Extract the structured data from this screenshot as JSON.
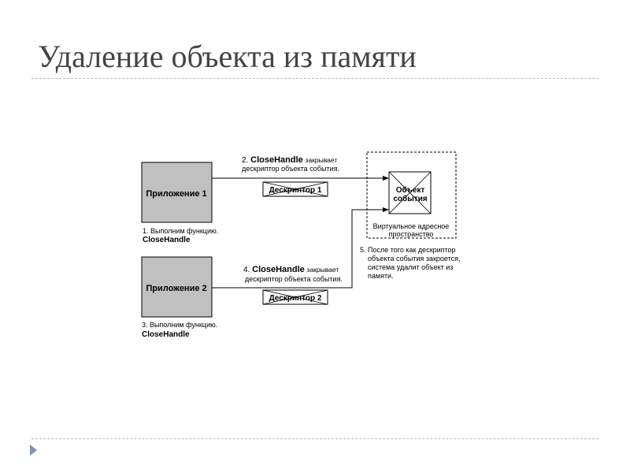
{
  "slide": {
    "title": "Удаление объекта из памяти"
  },
  "diagram": {
    "app1": {
      "label": "Приложение 1"
    },
    "app2": {
      "label": "Приложение 2"
    },
    "step1": {
      "line1": "1. Выполним функцию.",
      "line2": "CloseHandle"
    },
    "step3": {
      "line1": "3. Выполним функцию.",
      "line2": "CloseHandle"
    },
    "step2": {
      "num": "2.",
      "func": "CloseHandle",
      "rest": "закрывает",
      "line2": "дескриптор объекта события."
    },
    "step4": {
      "num": "4.",
      "func": "CloseHandle",
      "rest": "закрывает",
      "line2": "дескриптор объекта события."
    },
    "handle1": {
      "label": "Дескриптор 1"
    },
    "handle2": {
      "label": "Дескриптор 2"
    },
    "event_object": {
      "line1": "Объект",
      "line2": "события"
    },
    "vas": {
      "line1": "Виртуальное адресное",
      "line2": "пространство"
    },
    "step5": {
      "line1": "5. После того как дескриптор",
      "line2": "объекта события закроется,",
      "line3": "система удалит объект из",
      "line4": "памяти."
    }
  },
  "colors": {
    "title": "#444444",
    "app_box_fill": "#c0c0c0",
    "rule": "#b5b8bd",
    "nav_arrow": "#7f93b8"
  }
}
